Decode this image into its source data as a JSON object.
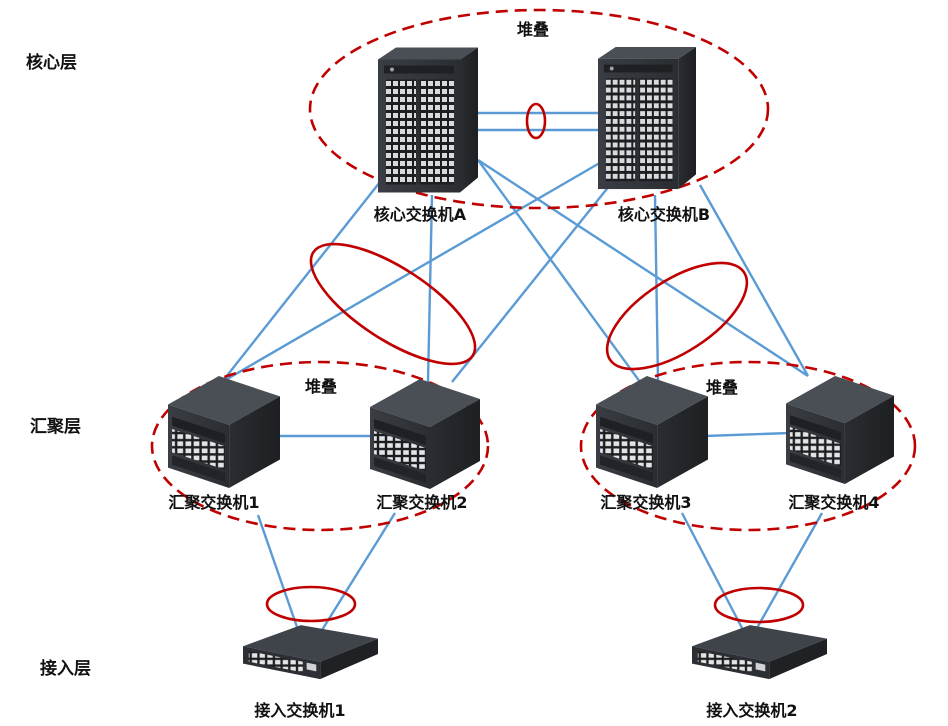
{
  "layers": {
    "core": "核心层",
    "aggregation": "汇聚层",
    "access": "接入层"
  },
  "stack_labels": {
    "core": "堆叠",
    "agg_left": "堆叠",
    "agg_right": "堆叠"
  },
  "devices": {
    "core_a": "核心交换机A",
    "core_b": "核心交换机B",
    "agg_1": "汇聚交换机1",
    "agg_2": "汇聚交换机2",
    "agg_3": "汇聚交换机3",
    "agg_4": "汇聚交换机4",
    "acc_1": "接入交换机1",
    "acc_2": "接入交换机2"
  },
  "colors": {
    "link": "#5b9bd5",
    "ring": "#c00000",
    "device_dark": "#2f3236"
  },
  "icons": {
    "core_switch": "chassis-switch-icon",
    "agg_switch": "modular-switch-icon",
    "access_switch": "rack-switch-icon"
  }
}
